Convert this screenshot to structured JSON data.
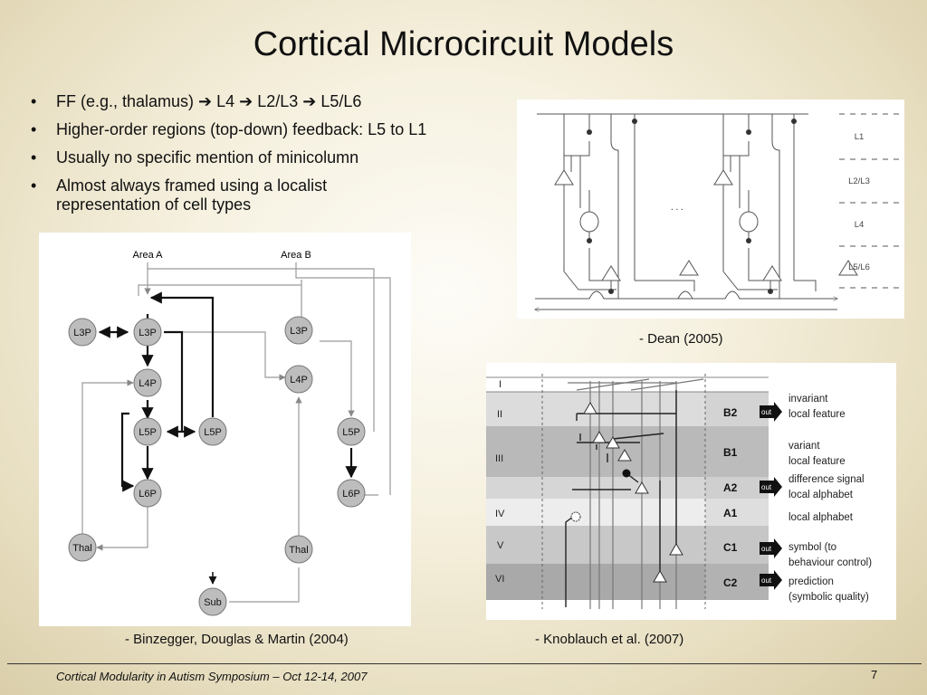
{
  "title": "Cortical Microcircuit Models",
  "bullets": [
    "FF (e.g., thalamus) ➔ L4 ➔ L2/L3 ➔ L5/L6",
    "Higher-order regions (top-down) feedback: L5 to L1",
    "Usually no specific mention of minicolumn",
    "Almost always framed using a localist representation of cell types"
  ],
  "figures": {
    "binzegger": {
      "caption": "- Binzegger, Douglas & Martin (2004)",
      "area_a": "Area A",
      "area_b": "Area B",
      "nodes": {
        "l3p_left": "L3P",
        "l3p_a": "L3P",
        "l4p_a": "L4P",
        "l5p_a": "L5P",
        "l5p_a2": "L5P",
        "l6p_a": "L6P",
        "thal_a": "Thal",
        "l3p_b": "L3P",
        "l4p_b": "L4P",
        "l5p_b": "L5P",
        "l6p_b": "L6P",
        "thal_b": "Thal",
        "sub": "Sub"
      }
    },
    "dean": {
      "caption": "- Dean (2005)",
      "layers": [
        "L1",
        "L2/L3",
        "L4",
        "L5/L6"
      ],
      "ellipsis": ". . ."
    },
    "knoblauch": {
      "caption": "- Knoblauch et al. (2007)",
      "roman_layers": [
        "I",
        "II",
        "III",
        "IV",
        "V",
        "VI"
      ],
      "codes": [
        "B2",
        "B1",
        "A2",
        "A1",
        "C1",
        "C2"
      ],
      "out_label": "out",
      "descriptions": {
        "b2": [
          "invariant",
          "local feature"
        ],
        "b1": [
          "variant",
          "local feature"
        ],
        "a2": [
          "difference signal",
          "local alphabet"
        ],
        "a1": [
          "local alphabet"
        ],
        "c1": [
          "symbol (to",
          "behaviour control)"
        ],
        "c2": [
          "prediction",
          "(symbolic quality)"
        ]
      }
    }
  },
  "footer": {
    "text": "Cortical Modularity in Autism Symposium – Oct 12-14, 2007",
    "page": "7"
  }
}
